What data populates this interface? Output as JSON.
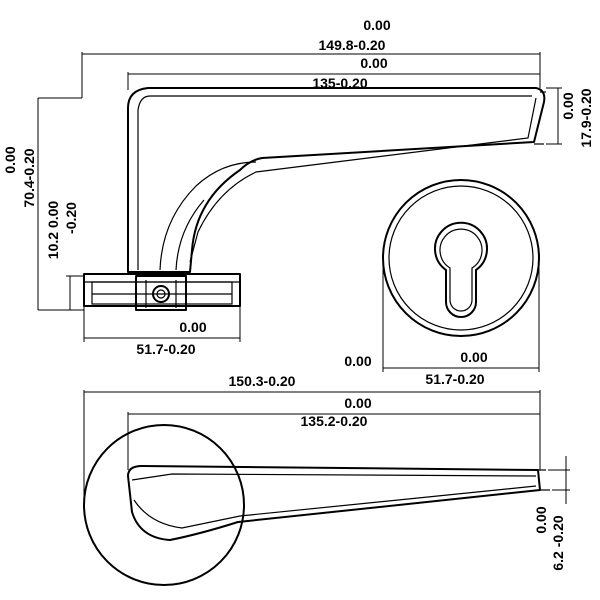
{
  "views": {
    "side": {
      "overall_length": {
        "nominal": "0.00",
        "tolerance": "149.8-0.20"
      },
      "lever_length": {
        "nominal": "0.00",
        "tolerance": "135-0.20"
      },
      "lever_tip_height": {
        "nominal": "0.00",
        "tolerance": "17.9-0.20"
      },
      "overall_height": {
        "nominal": "0.00",
        "tolerance": "70.4-0.20"
      },
      "rose_thickness": {
        "nominal_tolerance": "10.2 0.00",
        "tolerance_line2": "-0.20"
      },
      "rose_width": {
        "nominal": "0.00",
        "tolerance": "51.7-0.20"
      }
    },
    "front": {
      "rose_diameter": {
        "nominal": "0.00",
        "tolerance": "51.7-0.20"
      }
    },
    "top": {
      "overall_length": {
        "nominal": "0.00",
        "tolerance": "150.3-0.20"
      },
      "lever_length": {
        "nominal": "0.00",
        "tolerance": "135.2-0.20"
      },
      "tip_thickness": {
        "nominal": "0.00",
        "tolerance": "6.2 -0.20"
      }
    }
  }
}
